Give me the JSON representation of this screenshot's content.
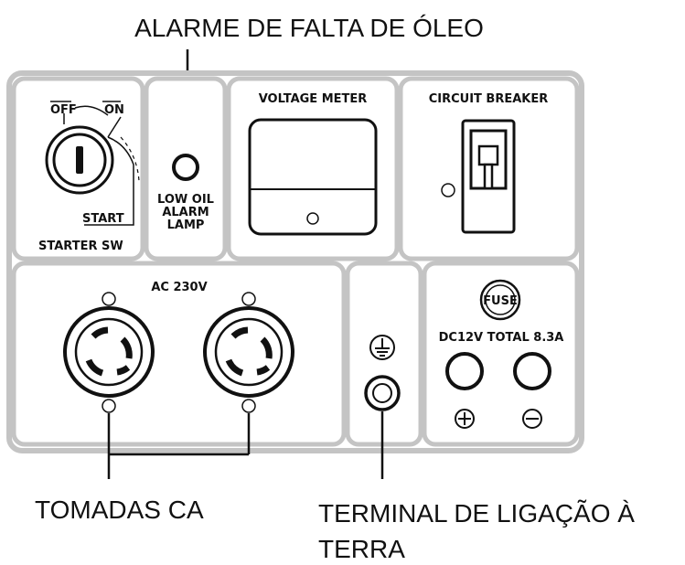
{
  "captions": {
    "oil_alarm": "ALARME DE FALTA DE ÓLEO",
    "ac_outlets": "TOMADAS CA",
    "ground_line1": "TERMINAL DE LIGAÇÃO À",
    "ground_line2": "TERRA"
  },
  "panel": {
    "off": "OFF",
    "on": "ON",
    "start": "START",
    "starter_sw": "STARTER SW",
    "low_oil_1": "LOW OIL",
    "low_oil_2": "ALARM",
    "low_oil_3": "LAMP",
    "voltage_meter": "VOLTAGE METER",
    "circuit_breaker": "CIRCUIT BREAKER",
    "ac_label": "AC 230V",
    "fuse": "FUSE",
    "dc_label": "DC12V TOTAL 8.3A"
  },
  "colors": {
    "panel_border": "#c4c4c4",
    "ink": "#111111"
  }
}
